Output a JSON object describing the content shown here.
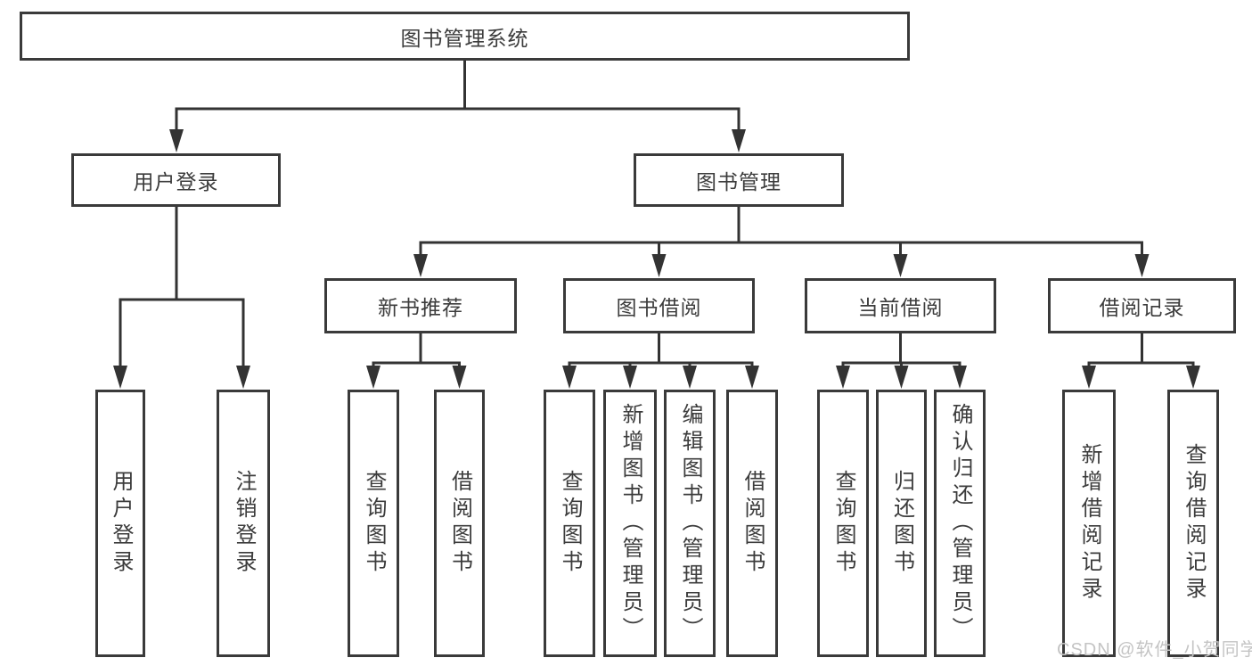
{
  "diagram_title": "图书管理系统",
  "nodes": {
    "root": "图书管理系统",
    "userLogin": "用户登录",
    "bookManagement": "图书管理",
    "newBookRecommend": "新书推荐",
    "bookBorrowing": "图书借阅",
    "currentBorrowing": "当前借阅",
    "borrowingRecords": "借阅记录",
    "leafUserLogin": "用户登录",
    "leafLogout": "注销登录",
    "leafQueryBooks1": "查询图书",
    "leafBorrowBooks1": "借阅图书",
    "leafQueryBooks2": "查询图书",
    "leafAddBooksAdmin": "新增图书（管理员）",
    "leafEditBooksAdmin": "编辑图书（管理员）",
    "leafBorrowBooks2": "借阅图书",
    "leafQueryBooks3": "查询图书",
    "leafReturnBooks": "归还图书",
    "leafConfirmReturnAdmin": "确认归还（管理员）",
    "leafAddBorrowRecord": "新增借阅记录",
    "leafQueryBorrowRecord": "查询借阅记录"
  },
  "hierarchy": {
    "root": "图书管理系统",
    "children": [
      {
        "label": "用户登录",
        "children": [
          "用户登录",
          "注销登录"
        ]
      },
      {
        "label": "图书管理",
        "children": [
          {
            "label": "新书推荐",
            "children": [
              "查询图书",
              "借阅图书"
            ]
          },
          {
            "label": "图书借阅",
            "children": [
              "查询图书",
              "新增图书（管理员）",
              "编辑图书（管理员）",
              "借阅图书"
            ]
          },
          {
            "label": "当前借阅",
            "children": [
              "查询图书",
              "归还图书",
              "确认归还（管理员）"
            ]
          },
          {
            "label": "借阅记录",
            "children": [
              "新增借阅记录",
              "查询借阅记录"
            ]
          }
        ]
      }
    ]
  },
  "watermark": "CSDN @软件_小贺同学",
  "colors": {
    "line": "#333333",
    "box_border": "#3a3a3a",
    "text": "#3c3c3c",
    "watermark": "#c4c4c4",
    "background": "#ffffff"
  }
}
